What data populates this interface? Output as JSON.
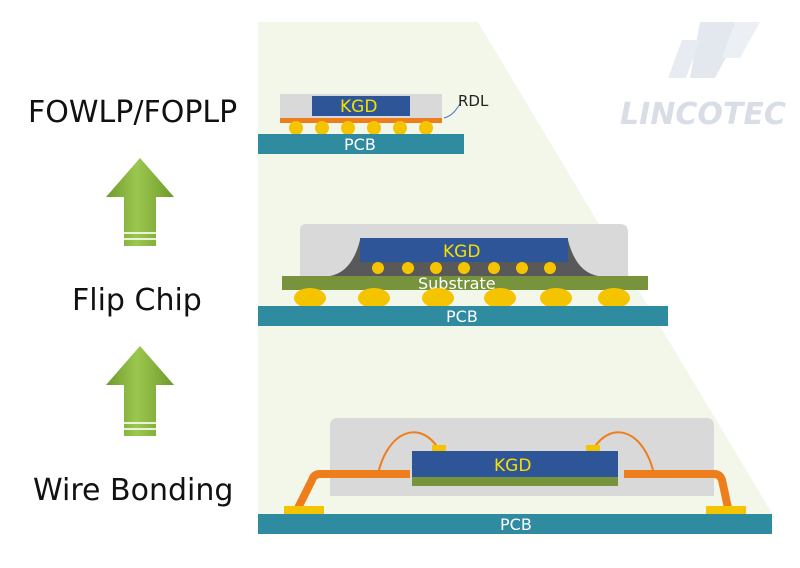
{
  "stages": {
    "fowlp": "FOWLP/FOPLP",
    "flip_chip": "Flip Chip",
    "wire_bonding": "Wire Bonding"
  },
  "labels": {
    "kgd": "KGD",
    "pcb": "PCB",
    "substrate": "Substrate",
    "rdl": "RDL"
  },
  "logo": {
    "text": "LINCOTEC"
  },
  "colors": {
    "pcb": "#2f8ba0",
    "kgd": "#2e5597",
    "bump": "#f5c400",
    "rdl": "#ee7d1c",
    "substrate": "#77933c",
    "mold": "#d9d9d9",
    "arrow": "#8ab63f",
    "trapezoid": "#f2f6e8"
  }
}
